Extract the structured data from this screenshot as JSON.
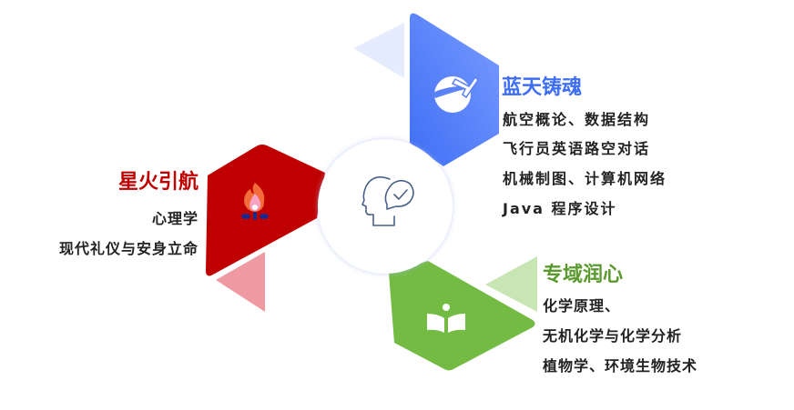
{
  "center_icon": "head-check-icon",
  "sections": [
    {
      "title": "蓝天铸魂",
      "color": "#3d6ef5",
      "icon": "plane-globe-icon",
      "lines": [
        "航空概论、数据结构",
        "飞行员英语路空对话",
        "机械制图、计算机网络",
        "Java 程序设计"
      ]
    },
    {
      "title": "星火引航",
      "color": "#c00000",
      "icon": "campfire-icon",
      "lines": [
        "心理学",
        "现代礼仪与安身立命"
      ]
    },
    {
      "title": "专域润心",
      "color": "#5a9a2e",
      "icon": "book-reader-icon",
      "lines": [
        "化学原理、",
        "无机化学与化学分析",
        "植物学、环境生物技术"
      ]
    }
  ]
}
